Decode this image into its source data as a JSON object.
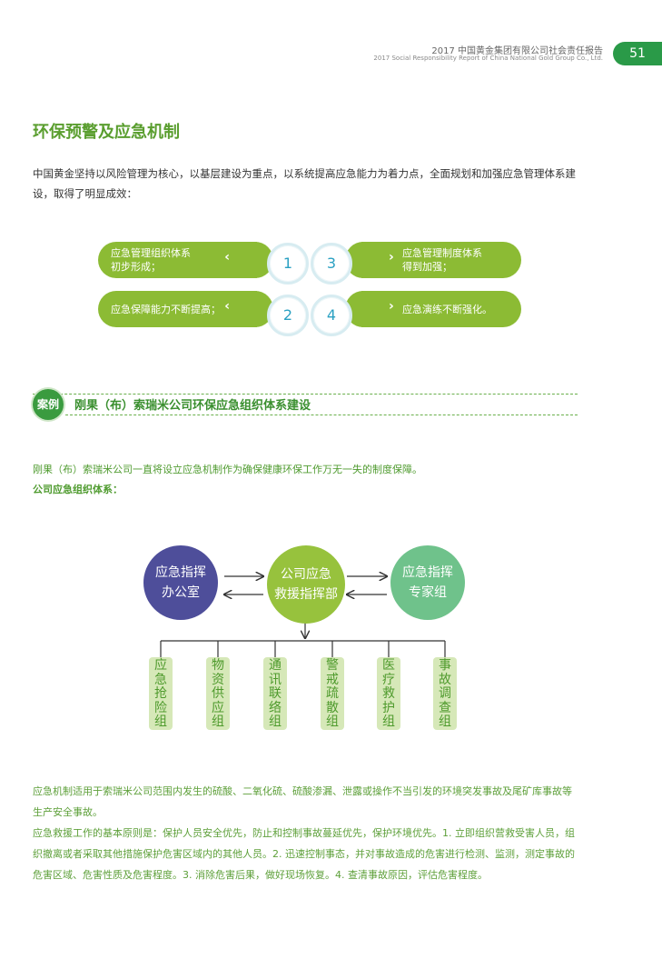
{
  "header": {
    "report_cn": "2017 中国黄金集团有限公司社会责任报告",
    "report_en": "2017 Social Responsibility Report of China National Gold Group Co., Ltd.",
    "page_number": "51"
  },
  "section": {
    "title": "环保预警及应急机制",
    "intro": "中国黄金坚持以风险管理为核心，以基层建设为重点，以系统提高应急能力为着力点，全面规划和加强应急管理体系建设，取得了明显成效："
  },
  "achievements": [
    {
      "num": "1",
      "text_l1": "应急管理组织体系",
      "text_l2": "初步形成；"
    },
    {
      "num": "2",
      "text_l1": "应急保障能力不断提高；",
      "text_l2": ""
    },
    {
      "num": "3",
      "text_l1": "应急管理制度体系",
      "text_l2": "得到加强；"
    },
    {
      "num": "4",
      "text_l1": "应急演练不断强化。",
      "text_l2": ""
    }
  ],
  "case": {
    "badge": "案例",
    "title": "刚果（布）索瑞米公司环保应急组织体系建设",
    "intro": "刚果（布）索瑞米公司一直将设立应急机制作为确保健康环保工作万无一失的制度保障。",
    "subheading": "公司应急组织体系："
  },
  "org": {
    "left": {
      "l1": "应急指挥",
      "l2": "办公室",
      "color": "#4e4e9a"
    },
    "center": {
      "l1": "公司应急",
      "l2": "救援指挥部",
      "color": "#97c23d"
    },
    "right": {
      "l1": "应急指挥",
      "l2": "专家组",
      "color": "#6fc28b"
    },
    "teams": [
      "应急抢险组",
      "物资供应组",
      "通讯联络组",
      "警戒疏散组",
      "医疗救护组",
      "事故调查组"
    ]
  },
  "footer": {
    "p1": "应急机制适用于索瑞米公司范围内发生的硫酸、二氧化硫、硫酸渗漏、泄露或操作不当引发的环境突发事故及尾矿库事故等生产安全事故。",
    "p2": "应急救援工作的基本原则是：保护人员安全优先，防止和控制事故蔓延优先，保护环境优先。1. 立即组织营救受害人员，组织撤离或者采取其他措施保护危害区域内的其他人员。2. 迅速控制事态，并对事故造成的危害进行检测、监测，测定事故的危害区域、危害性质及危害程度。3. 消除危害后果，做好现场恢复。4. 查清事故原因，评估危害程度。"
  },
  "colors": {
    "brand_green": "#2a9a48",
    "title_green": "#5a9e2f",
    "pill_green": "#8cbb34",
    "num_blue": "#2aa0c2"
  }
}
